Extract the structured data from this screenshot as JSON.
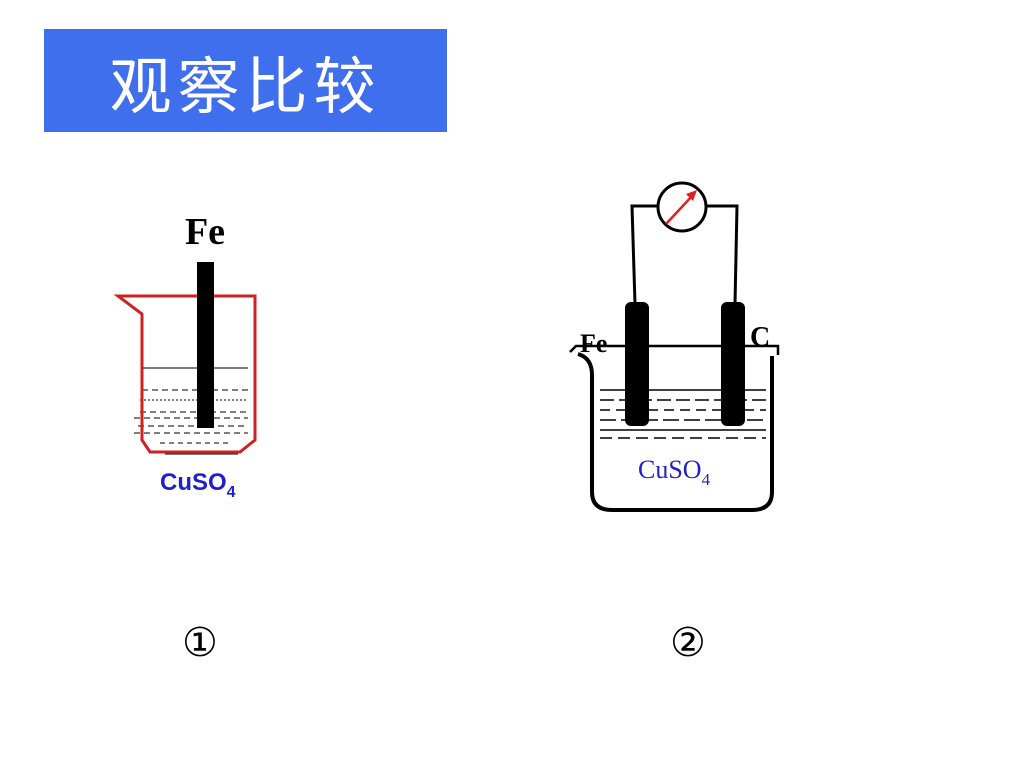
{
  "title": "观察比较",
  "colors": {
    "title_bg": "#3f6fec",
    "title_text": "#ffffff",
    "beaker1": "#cc2222",
    "electrolyte_label": "#1f1fcc",
    "needle": "#e02020"
  },
  "setup1": {
    "electrode": "Fe",
    "electrolyte": {
      "main": "CuSO",
      "sub": "4"
    },
    "number": "①"
  },
  "setup2": {
    "left_electrode": "Fe",
    "right_electrode": "C",
    "meter_icon": "galvanometer-icon",
    "electrolyte": {
      "main": "CuSO",
      "sub": "4"
    },
    "number": "②"
  }
}
